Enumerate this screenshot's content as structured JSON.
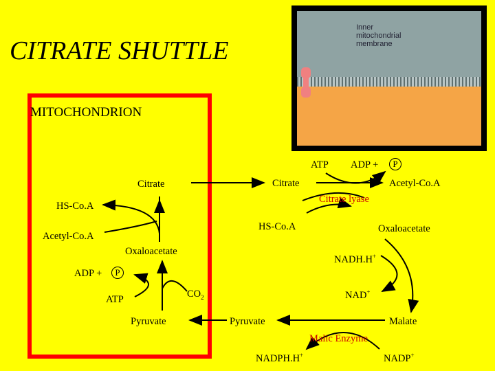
{
  "title": "CITRATE SHUTTLE",
  "mitochondrion_label": "MITOCHONDRION",
  "inset": {
    "caption": "Inner\nmitochondrial\nmembrane"
  },
  "labels": {
    "atp_top": "ATP",
    "adp_top": "ADP +",
    "p_top": "P",
    "citrate_left": "Citrate",
    "citrate_right": "Citrate",
    "acetyl_coa_right": "Acetyl-Co.A",
    "citrate_lyase": "Citrate lyase",
    "hs_coa_left": "HS-Co.A",
    "hs_coa_right": "HS-Co.A",
    "oxaloacetate_right": "Oxaloacetate",
    "acetyl_coa_left": "Acetyl-Co.A",
    "oxaloacetate_left": "Oxaloacetate",
    "nadh": "NADH.H",
    "nadh_sup": "+",
    "adp_left": "ADP +",
    "p_left": "P",
    "co2": "CO",
    "co2_sub": "2",
    "nad": "NAD",
    "nad_sup": "+",
    "atp_left": "ATP",
    "pyruvate_left": "Pyruvate",
    "pyruvate_right": "Pyruvate",
    "malate": "Malate",
    "malic_enzyme": "Malic Enzyme",
    "nadph": "NADPH.H",
    "nadph_sup": "+",
    "nadp": "NADP",
    "nadp_sup": "+"
  },
  "colors": {
    "background": "#ffff00",
    "box_border": "#ff0000",
    "enzyme_text": "#cc0000",
    "arrow": "#000000"
  }
}
